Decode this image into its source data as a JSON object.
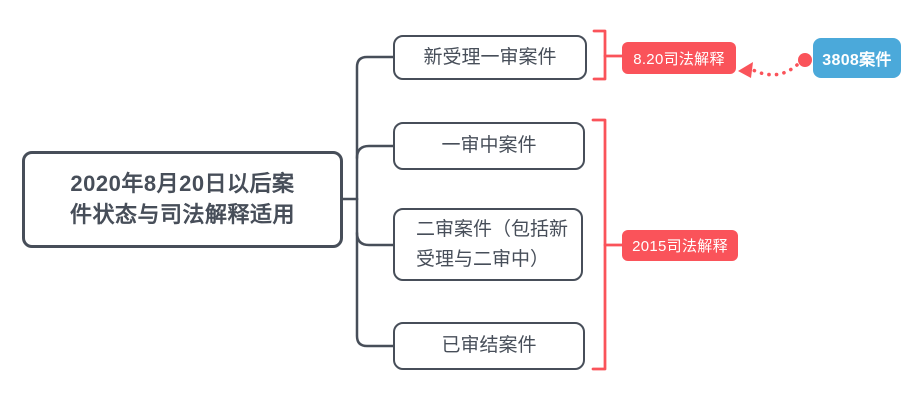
{
  "diagram_title": "2020年8月20日以后案件状态与司法解释适用",
  "colors": {
    "dark": "#474E59",
    "red": "#FA535A",
    "blue": "#4BA9DA",
    "label_text": "#FFFFFF",
    "background": "#FFFFFF"
  },
  "root": {
    "label": "2020年8月20日以后案\n件状态与司法解释适用"
  },
  "branches": [
    {
      "label": "新受理一审案件"
    },
    {
      "label": "一审中案件"
    },
    {
      "label": "二审案件（包括新\n受理与二审中）"
    },
    {
      "label": "已审结案件"
    }
  ],
  "annotations": {
    "label_820": {
      "text": "8.20司法解释",
      "applies_to": "新受理一审案件"
    },
    "label_2015": {
      "text": "2015司法解释",
      "applies_to": "一审中案件、二审案件、已审结案件"
    },
    "label_3808": {
      "text": "3808案件"
    }
  }
}
